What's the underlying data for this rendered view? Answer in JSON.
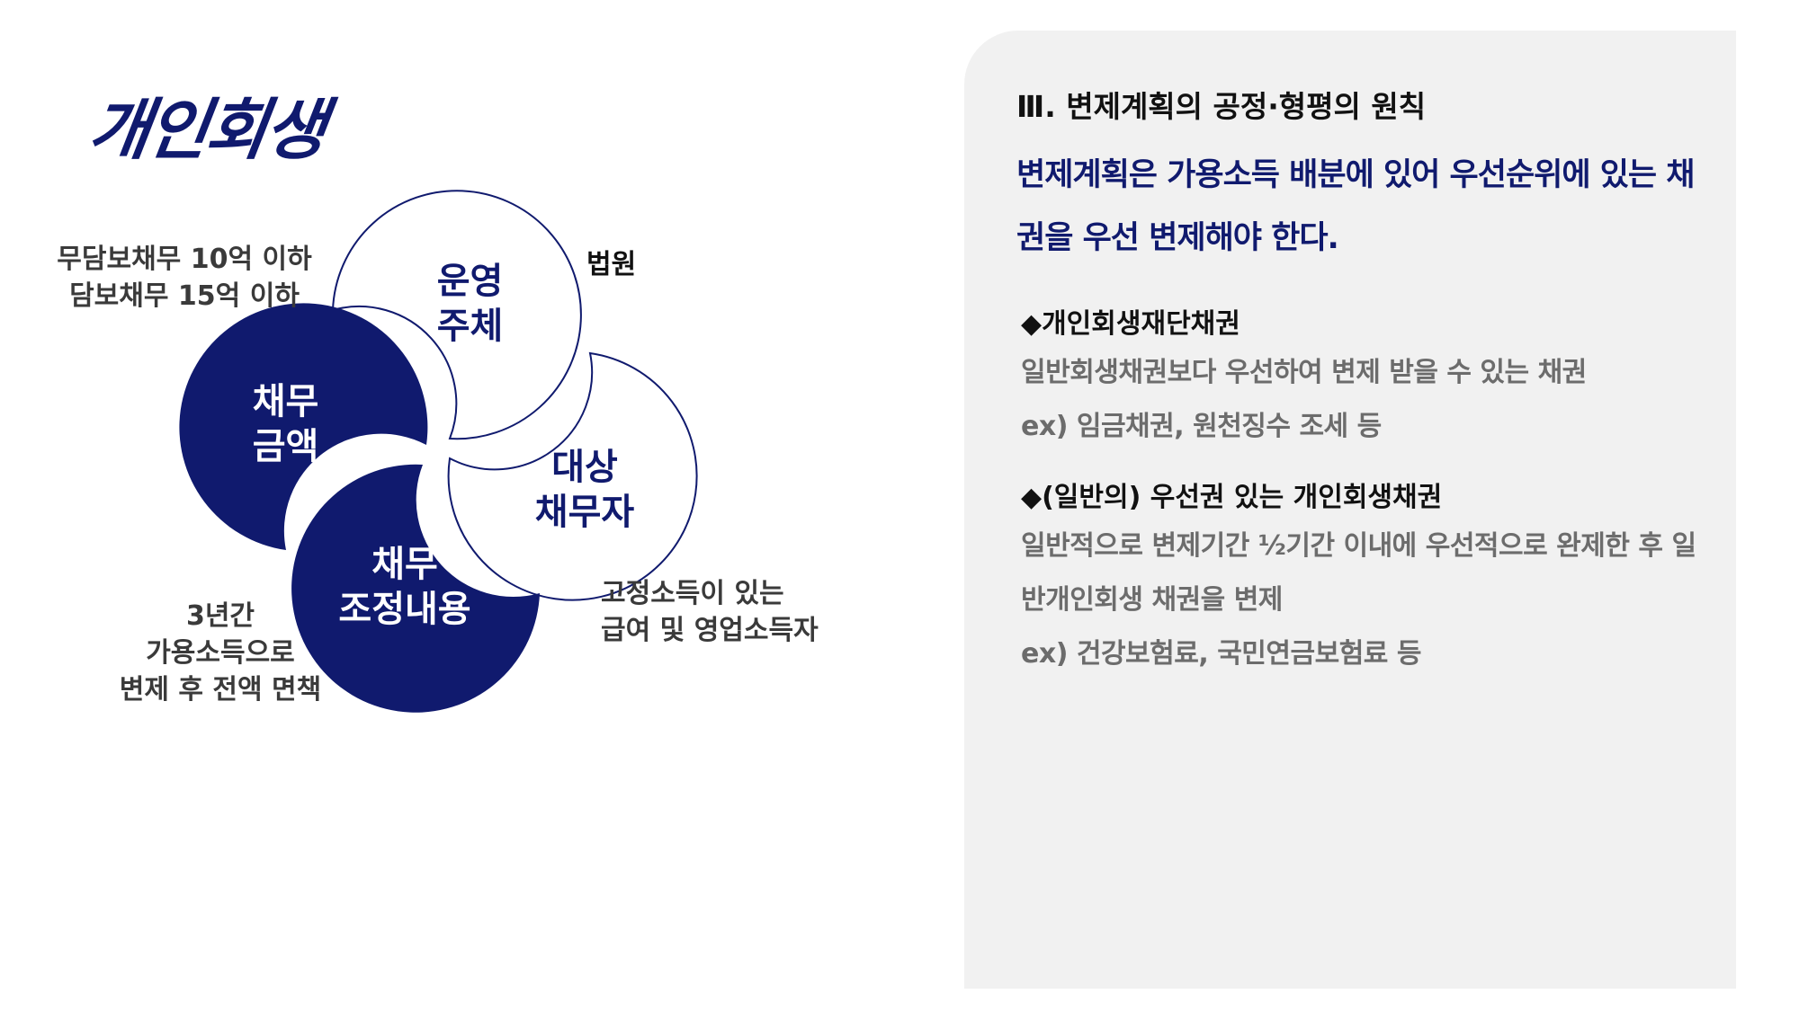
{
  "title": "개인회생",
  "diagram": {
    "circles": [
      {
        "line1": "운영",
        "line2": "주체"
      },
      {
        "line1": "채무",
        "line2": "금액"
      },
      {
        "line1": "대상",
        "line2": "채무자"
      },
      {
        "line1": "채무",
        "line2": "조정내용"
      }
    ],
    "notes": {
      "amount": [
        "무담보채무 10억 이하",
        "담보채무 15억 이하"
      ],
      "operator": "법원",
      "debtor": [
        "고정소득이 있는",
        "급여 및 영업소득자"
      ],
      "adjustment": [
        "3년간",
        "가용소득으로",
        "변제 후 전액 면책"
      ]
    },
    "colors": {
      "navy": "#101a6e",
      "white": "#ffffff"
    }
  },
  "panel": {
    "heading": "Ⅲ. 변제계획의 공정·형평의 원칙",
    "principle": "변제계획은 가용소득 배분에 있어 우선순위에 있는 채권을 우선 변제해야 한다.",
    "sections": [
      {
        "title": "◆개인회생재단채권",
        "lines": [
          "일반회생채권보다 우선하여 변제 받을 수 있는 채권",
          "ex) 임금채권, 원천징수 조세 등"
        ]
      },
      {
        "title": "◆(일반의) 우선권 있는 개인회생채권",
        "lines": [
          "일반적으로 변제기간 ½기간 이내에 우선적으로 완제한 후 일반개인회생 채권을 변제",
          "ex) 건강보험료, 국민연금보험료 등"
        ]
      }
    ]
  }
}
